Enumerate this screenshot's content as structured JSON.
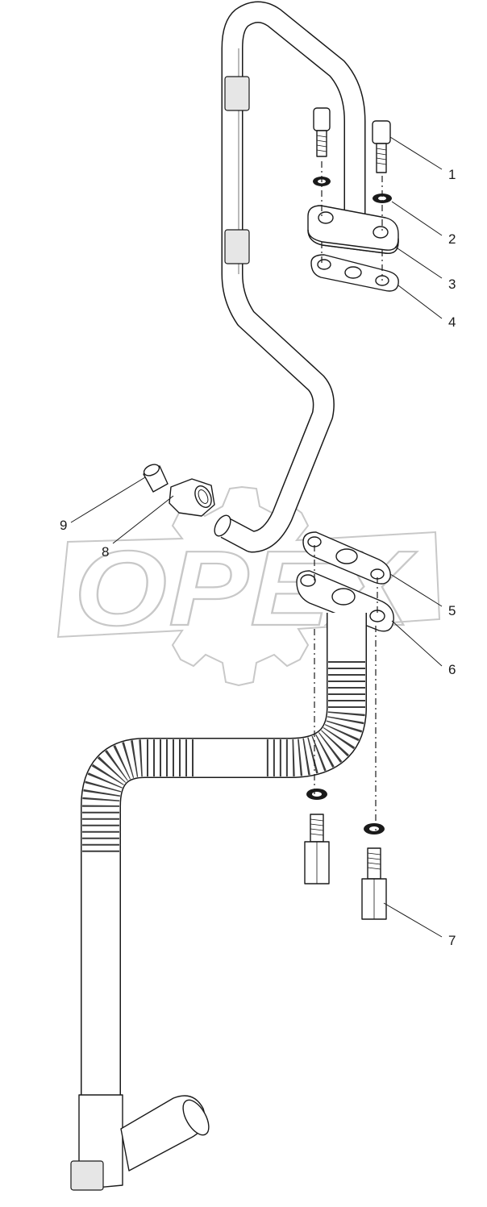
{
  "watermark": {
    "text": "OPEX"
  },
  "corner_mark": "",
  "callouts": [
    {
      "id": "c1",
      "label": "1"
    },
    {
      "id": "c2",
      "label": "2"
    },
    {
      "id": "c3",
      "label": "3"
    },
    {
      "id": "c4",
      "label": "4"
    },
    {
      "id": "c5",
      "label": "5"
    },
    {
      "id": "c6",
      "label": "6"
    },
    {
      "id": "c7",
      "label": "7"
    },
    {
      "id": "c8",
      "label": "8"
    },
    {
      "id": "c9",
      "label": "9"
    }
  ],
  "colors": {
    "line": "#1a1a1a",
    "watermark": "#c8c8c8",
    "background": "#ffffff"
  }
}
